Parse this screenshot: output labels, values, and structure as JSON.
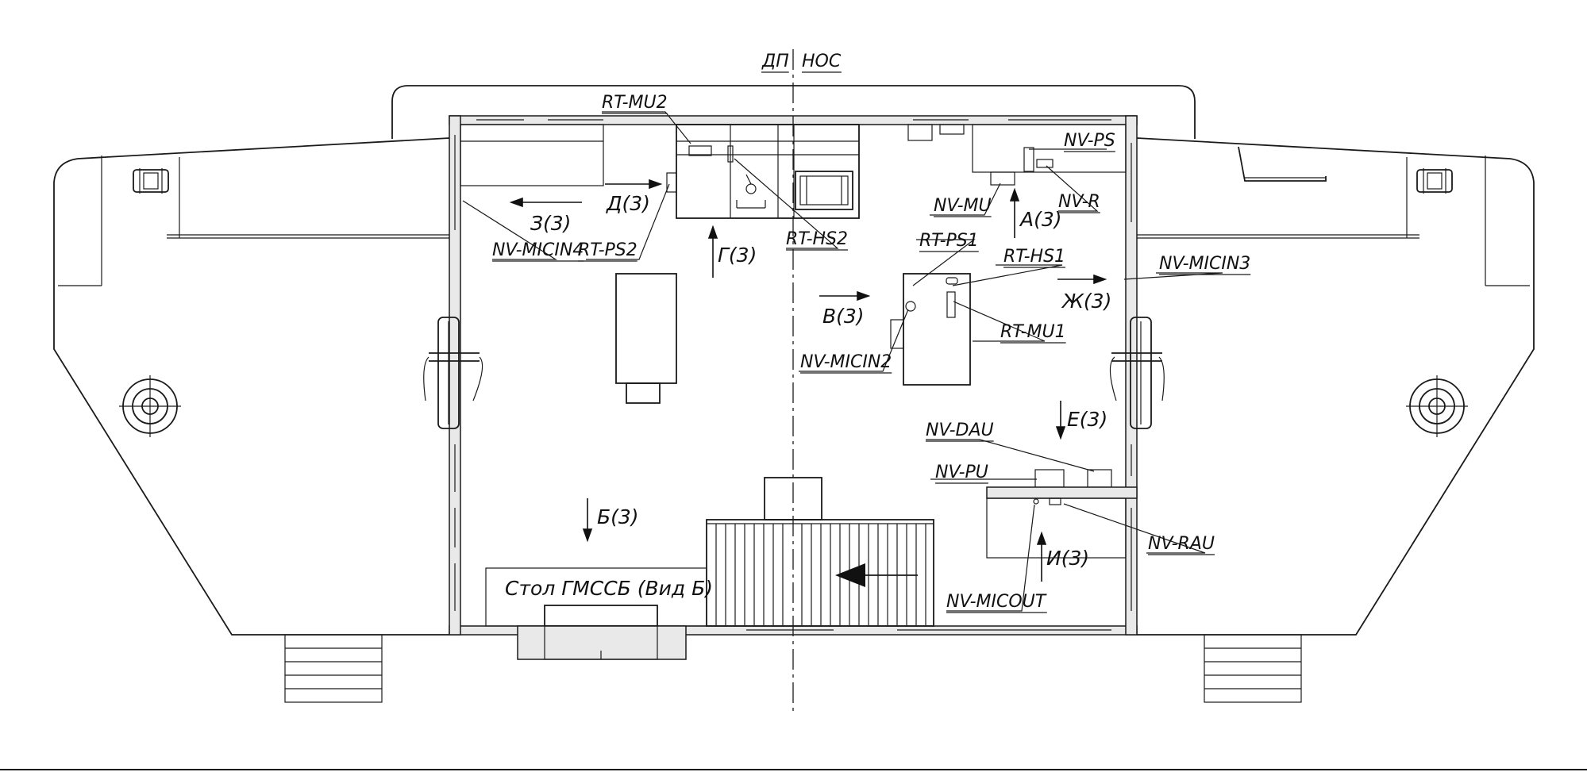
{
  "header": {
    "dp_label": "ДП",
    "nos_label": "НОС"
  },
  "labels": {
    "rt_mu2": "RT-MU2",
    "rt_ps2": "RT-PS2",
    "rt_hs2": "RT-HS2",
    "nv_micin4": "NV-MICIN4",
    "nv_ps": "NV-PS",
    "nv_r": "NV-R",
    "nv_mu": "NV-MU",
    "rt_ps1": "RT-PS1",
    "rt_hs1": "RT-HS1",
    "rt_mu1": "RT-MU1",
    "nv_micin2": "NV-MICIN2",
    "nv_micin3": "NV-MICIN3",
    "nv_dau": "NV-DAU",
    "nv_pu": "NV-PU",
    "nv_rau": "NV-RAU",
    "nv_micout": "NV-MICOUT"
  },
  "views": {
    "a": "А(3)",
    "b": "Б(3)",
    "v": "В(3)",
    "g": "Г(3)",
    "d": "Д(3)",
    "e": "Е(3)",
    "zh": "Ж(3)",
    "z": "З(3)",
    "i": "И(3)"
  },
  "table_label": "Стол ГМССБ (Вид Б)"
}
